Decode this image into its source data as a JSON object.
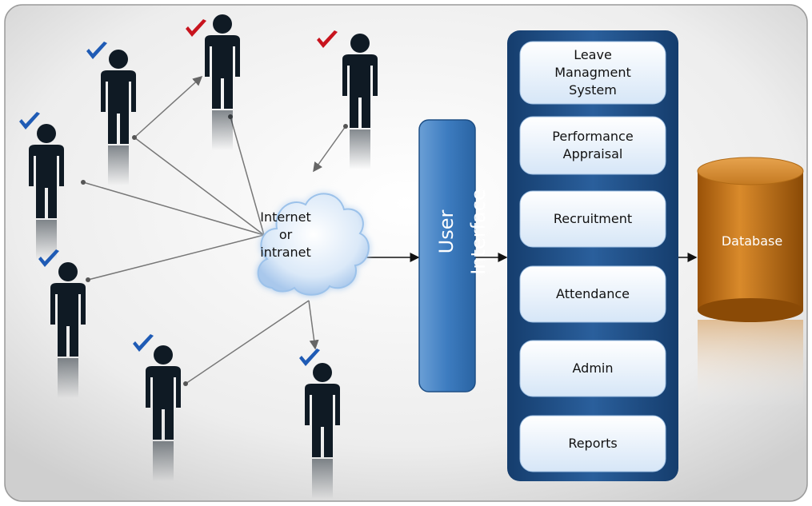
{
  "network": {
    "label": "Internet\nor\nintranet"
  },
  "user_interface": {
    "label": "User Interface"
  },
  "modules": [
    {
      "label": "Leave\nManagment\nSystem"
    },
    {
      "label": "Performance\nAppraisal"
    },
    {
      "label": "Recruitment"
    },
    {
      "label": "Attendance"
    },
    {
      "label": "Admin"
    },
    {
      "label": "Reports"
    }
  ],
  "database": {
    "label": "Database"
  },
  "users": [
    {
      "check": "blue-check-icon"
    },
    {
      "check": "red-check-icon"
    },
    {
      "check": "red-check-icon"
    },
    {
      "check": "blue-check-icon"
    },
    {
      "check": "blue-check-icon"
    },
    {
      "check": "blue-check-icon"
    },
    {
      "check": "blue-check-icon"
    }
  ],
  "colors": {
    "check_blue": "#1f5bb5",
    "check_red": "#c8141e",
    "panel_blue": "#1e4f86",
    "ui_blue": "#2f6fb0",
    "db_orange": "#c9791a",
    "person": "#0f1a24"
  }
}
